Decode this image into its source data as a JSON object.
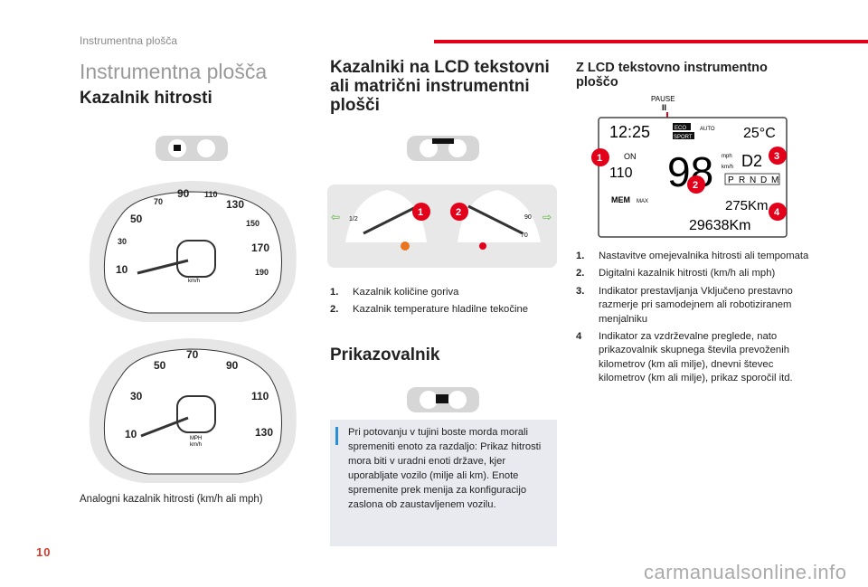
{
  "header": {
    "section": "Instrumentna plošča"
  },
  "page_title": "Instrumentna plošča",
  "speedo": {
    "title": "Kazalnik hitrosti",
    "caption": "Analogni kazalnik hitrosti (km/h ali mph)",
    "top_labels": [
      "10",
      "30",
      "50",
      "70",
      "90",
      "110",
      "130",
      "150",
      "170",
      "190"
    ],
    "top_unit": "km/h",
    "bottom_outer": [
      "10",
      "30",
      "50",
      "70",
      "90",
      "110",
      "130"
    ],
    "bottom_unit1": "MPH",
    "bottom_unit2": "km/h"
  },
  "lcd": {
    "title": "Kazalniki na LCD tekstovni ali matrični instrumentni plošči",
    "callouts": [
      "1",
      "2"
    ],
    "gauge_low": "1/2",
    "gauge_high": "90",
    "gauge_high2": "70",
    "items": [
      {
        "n": "1.",
        "text": "Kazalnik količine goriva"
      },
      {
        "n": "2.",
        "text": "Kazalnik temperature hladilne tekočine"
      }
    ]
  },
  "display": {
    "title": "Prikazovalnik",
    "info": "Pri potovanju v tujini boste morda morali spremeniti enoto za razdaljo: Prikaz hitrosti mora biti v uradni enoti države, kjer uporabljate vozilo (milje ali km). Enote spremenite prek menija za konfiguracijo zaslona ob zaustavljenem vozilu."
  },
  "zlcd": {
    "title": "Z LCD tekstovno instrumentno ploščo",
    "pause": "PAUSE",
    "pause_sym": "II",
    "time": "12:25",
    "temp": "25°C",
    "eco": "ECO",
    "sport": "SPORT",
    "auto": "AUTO",
    "on": "ON",
    "set_speed": "110",
    "speed": "98",
    "unit_mph": "mph",
    "unit_kmh": "km/h",
    "gear": "D2",
    "prnd": [
      "P",
      "R",
      "N",
      "D",
      "M"
    ],
    "mem": "MEM",
    "max": "MAX",
    "trip": "275Km",
    "odo": "29638Km",
    "callouts": [
      "1",
      "2",
      "3",
      "4"
    ],
    "items": [
      {
        "n": "1.",
        "text": "Nastavitve omejevalnika hitrosti ali tempomata"
      },
      {
        "n": "2.",
        "text": "Digitalni kazalnik hitrosti (km/h ali mph)"
      },
      {
        "n": "3.",
        "text": "Indikator prestavljanja Vključeno prestavno razmerje pri samodejnem ali robotiziranem menjalniku"
      },
      {
        "n": "4",
        "text": "Indikator za vzdrževalne preglede, nato prikazovalnik skupnega števila prevoženih kilometrov (km ali milje), dnevni števec kilometrov (km ali milje), prikaz sporočil itd."
      }
    ]
  },
  "page_number": "10",
  "watermark": "carmanualsonline.info",
  "colors": {
    "accent": "#e2001a",
    "info_bar": "#2b8fd6"
  }
}
